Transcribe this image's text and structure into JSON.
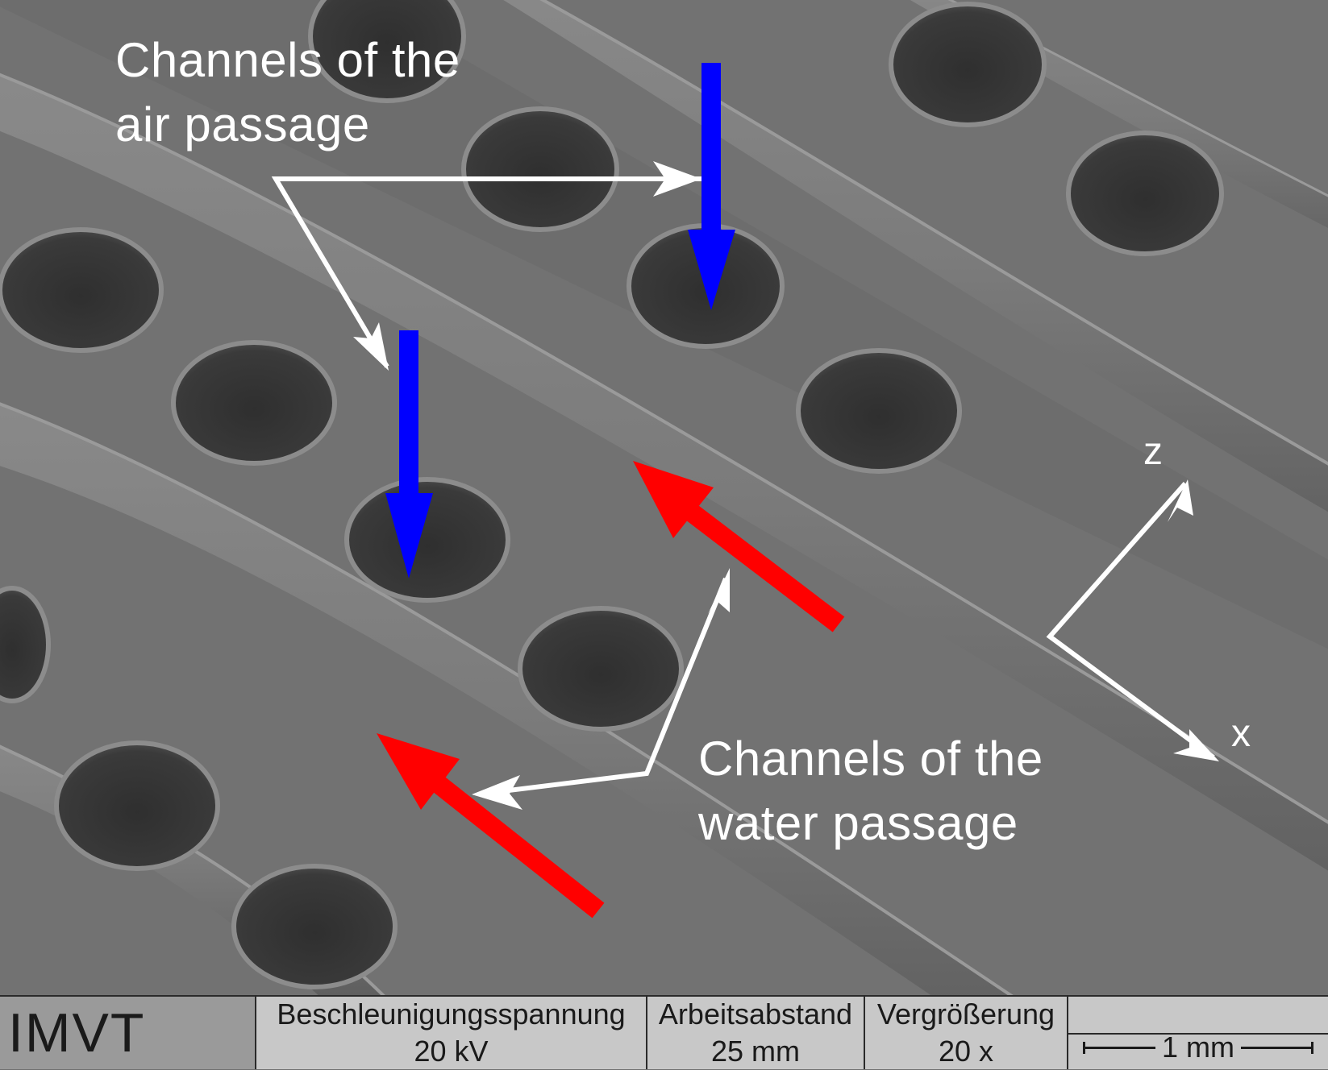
{
  "labels": {
    "air_passage": "Channels of the\nair passage",
    "water_passage": "Channels of the\nwater passage",
    "axis_z": "z",
    "axis_x": "x"
  },
  "info_bar": {
    "brand": "IMVT",
    "voltage_header": "Beschleunigungsspannung",
    "voltage_value": "20 kV",
    "distance_header": "Arbeitsabstand",
    "distance_value": "25 mm",
    "magnification_header": "Vergrößerung",
    "magnification_value": "20 x",
    "scale_bar": "1 mm"
  },
  "colors": {
    "air_arrow": "#0000ff",
    "water_arrow": "#ff0000",
    "annotation": "#ffffff",
    "surface": "#707070"
  },
  "icons": [
    "air-flow-arrow-icon",
    "water-flow-arrow-icon",
    "axis-icon"
  ]
}
